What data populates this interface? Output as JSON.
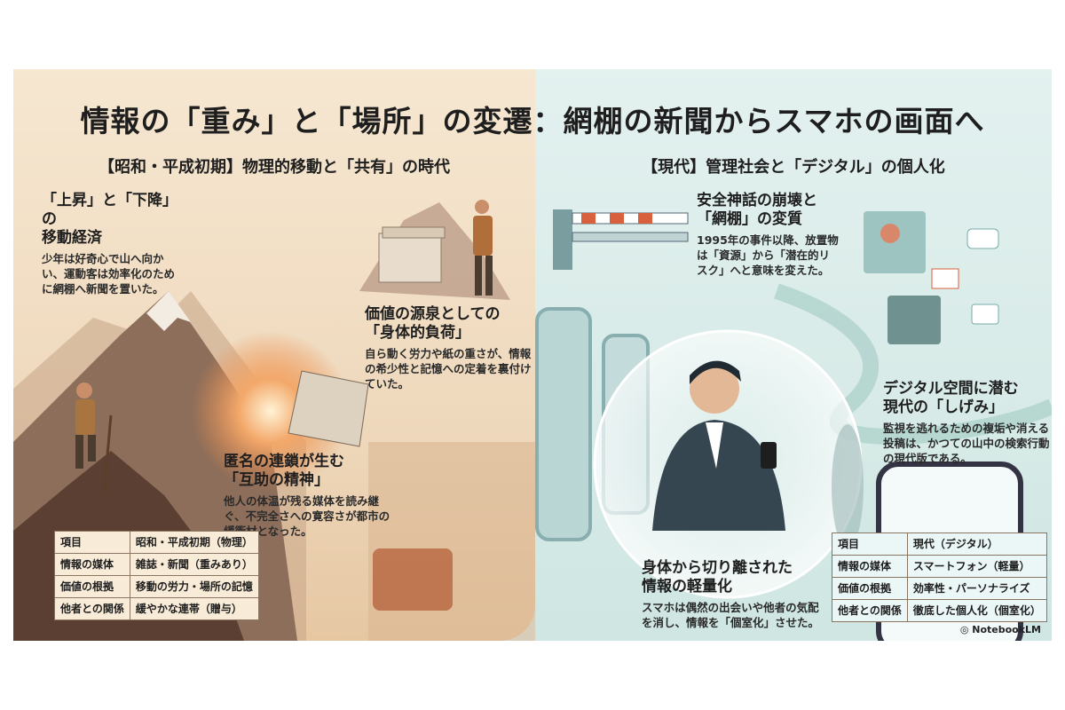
{
  "title": "情報の「重み」と「場所」の変遷：網棚の新聞からスマホの画面へ",
  "left": {
    "subtitle": "【昭和・平成初期】物理的移動と「共有」の時代",
    "blocks": [
      {
        "heading1": "「上昇」と「下降」の",
        "heading2": "移動経済",
        "body": "少年は好奇心で山へ向かい、運動客は効率化のために網棚へ新聞を置いた。"
      },
      {
        "heading1": "価値の源泉としての",
        "heading2": "「身体的負荷」",
        "body": "自ら動く労力や紙の重さが、情報の希少性と記憶への定着を裏付けていた。"
      },
      {
        "heading1": "匿名の連鎖が生む",
        "heading2": "「互助の精神」",
        "body": "他人の体温が残る媒体を読み継ぐ、不完全さへの寛容さが都市の緩衝材となった。"
      }
    ],
    "table": [
      [
        "項目",
        "昭和・平成初期（物理）"
      ],
      [
        "情報の媒体",
        "雑誌・新聞（重みあり）"
      ],
      [
        "価値の根拠",
        "移動の労力・場所の記憶"
      ],
      [
        "他者との関係",
        "緩やかな連帯（贈与）"
      ]
    ]
  },
  "right": {
    "subtitle": "【現代】管理社会と「デジタル」の個人化",
    "blocks": [
      {
        "heading1": "安全神話の崩壊と",
        "heading2": "「網棚」の変質",
        "body": "1995年の事件以降、放置物は「資源」から「潜在的リスク」へと意味を変えた。"
      },
      {
        "heading1": "デジタル空間に潜む",
        "heading2": "現代の「しげみ」",
        "body": "監視を逃れるための複垢や消える投稿は、かつての山中の検索行動の現代版である。"
      },
      {
        "heading1": "身体から切り離された",
        "heading2": "情報の軽量化",
        "body": "スマホは偶然の出会いや他者の気配を消し、情報を「個室化」させた。"
      }
    ],
    "table": [
      [
        "項目",
        "現代（デジタル）"
      ],
      [
        "情報の媒体",
        "スマートフォン（軽量）"
      ],
      [
        "価値の根拠",
        "効率性・パーソナライズ"
      ],
      [
        "他者との関係",
        "徹底した個人化（個室化）"
      ]
    ]
  },
  "brand": "NotebookLM",
  "colors": {
    "left_bg": "#f1dcc0",
    "right_bg": "#d7ebe8",
    "sun": "#e98a4a",
    "accent_red": "#d9603c"
  }
}
